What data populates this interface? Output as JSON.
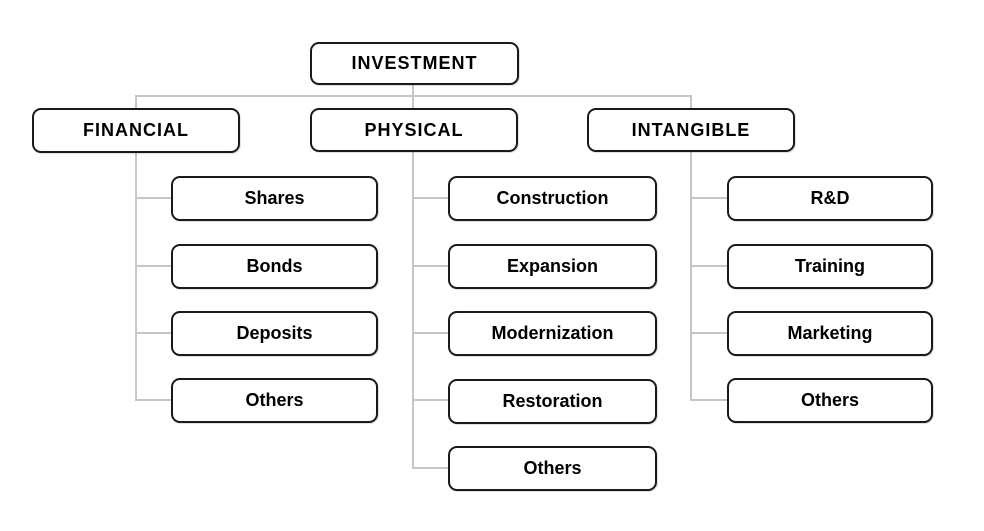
{
  "diagram": {
    "root": {
      "label": "INVESTMENT"
    },
    "branches": [
      {
        "label": "FINANCIAL",
        "children": [
          "Shares",
          "Bonds",
          "Deposits",
          "Others"
        ]
      },
      {
        "label": "PHYSICAL",
        "children": [
          "Construction",
          "Expansion",
          "Modernization",
          "Restoration",
          "Others"
        ]
      },
      {
        "label": "INTANGIBLE",
        "children": [
          "R&D",
          "Training",
          "Marketing",
          "Others"
        ]
      }
    ],
    "colors": {
      "background": "#ffffff",
      "box_fill": "#ffffff",
      "box_border": "#1a1a1a",
      "connector": "#c6c6c6",
      "text": "#000000"
    }
  }
}
